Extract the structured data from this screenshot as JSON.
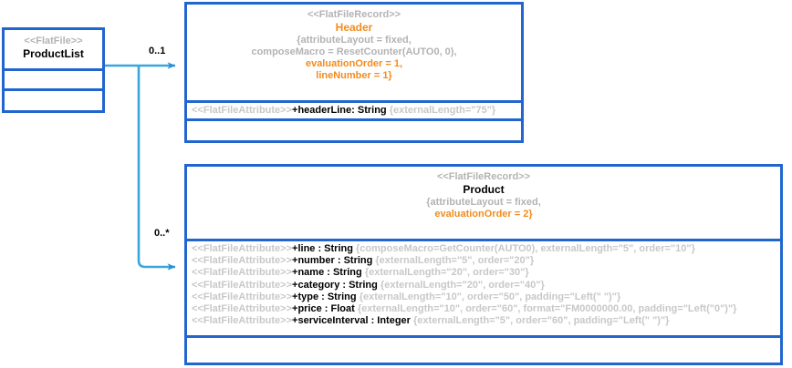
{
  "diagram": {
    "title": "FlatFile ProductList record structure",
    "colors": {
      "border_blue": "#2166cf",
      "connector_blue": "#3aa6dd",
      "arrow_blue": "#2e8fd4",
      "stereotype_gray": "#b3b3b3",
      "highlight_orange": "#f28c1e",
      "text_black": "#000000",
      "background": "#ffffff"
    }
  },
  "product_list": {
    "stereotype": "<<FlatFile>>",
    "name": "ProductList",
    "attributes_compartment": "",
    "operations_compartment": ""
  },
  "header_record": {
    "stereotype": "<<FlatFileRecord>>",
    "name": "Header",
    "tags": [
      {
        "text": "{attributeLayout = fixed,",
        "highlight": false
      },
      {
        "text": "composeMacro = ResetCounter(AUTO0, 0),",
        "highlight": false
      },
      {
        "text": "evaluationOrder = 1,",
        "highlight": true
      },
      {
        "text": "lineNumber = 1}",
        "highlight": true
      }
    ],
    "attributes": [
      {
        "stereotype": "<<FlatFileAttribute>>",
        "signature": "+headerLine: String",
        "properties": "{externalLength=\"75\"}"
      }
    ],
    "operations_compartment": ""
  },
  "product_record": {
    "stereotype": "<<FlatFileRecord>>",
    "name": "Product",
    "tags": [
      {
        "text": "{attributeLayout = fixed,",
        "highlight": false
      },
      {
        "text": "evaluationOrder = 2}",
        "highlight": true
      }
    ],
    "attributes": [
      {
        "stereotype": "<<FlatFileAttribute>>",
        "signature": "+line : String",
        "properties": "{composeMacro=GetCounter(AUTO0), externalLength=\"5\", order=\"10\"}"
      },
      {
        "stereotype": "<<FlatFileAttribute>>",
        "signature": "+number : String",
        "properties": "{externalLength=\"5\", order=\"20\"}"
      },
      {
        "stereotype": "<<FlatFileAttribute>>",
        "signature": "+name : String",
        "properties": "{externalLength=\"20\", order=\"30\"}"
      },
      {
        "stereotype": "<<FlatFileAttribute>>",
        "signature": "+category : String",
        "properties": "{externalLength=\"20\", order=\"40\"}"
      },
      {
        "stereotype": "<<FlatFileAttribute>>",
        "signature": "+type : String",
        "properties": "{externalLength=\"10\", order=\"50\", padding=\"Left(\" \")\"}"
      },
      {
        "stereotype": "<<FlatFileAttribute>>",
        "signature": "+price : Float",
        "properties": "{externalLength=\"10\", order=\"60\", format=\"FM0000000.00, padding=\"Left(\"0\")\"}"
      },
      {
        "stereotype": "<<FlatFileAttribute>>",
        "signature": "+serviceInterval : Integer",
        "properties": "{externalLength=\"5\", order=\"60\", padding=\"Left(\" \")\"}"
      }
    ],
    "operations_compartment": ""
  },
  "associations": [
    {
      "id": "to-header",
      "multiplicity": "0..1",
      "source": "ProductList",
      "target": "Header"
    },
    {
      "id": "to-product",
      "multiplicity": "0..*",
      "source": "ProductList",
      "target": "Product"
    }
  ]
}
